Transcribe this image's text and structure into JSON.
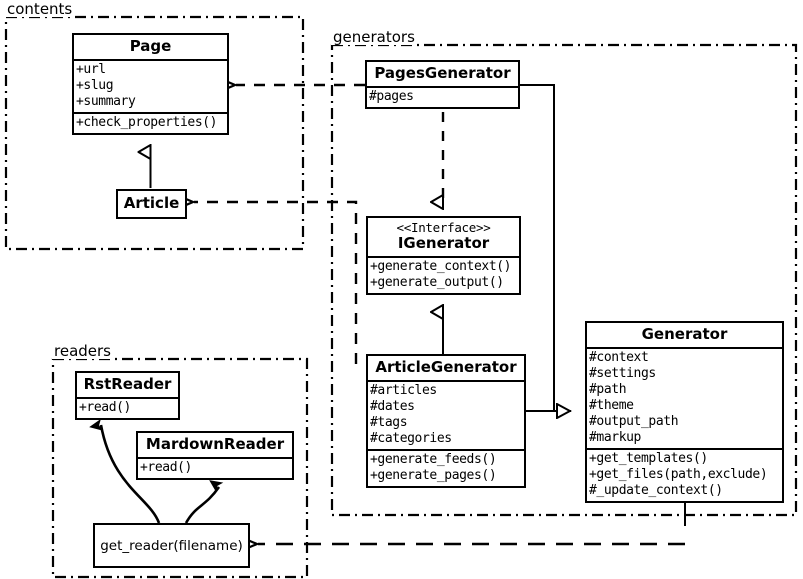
{
  "diagram": {
    "title": "UML class diagram",
    "stroke_color": "#000000",
    "background_color": "#ffffff"
  },
  "packages": [
    {
      "id": "contents",
      "label": "contents"
    },
    {
      "id": "generators",
      "label": "generators"
    },
    {
      "id": "readers",
      "label": "readers"
    }
  ],
  "classes": {
    "page": {
      "name": "Page",
      "attributes": [
        "+url",
        "+slug",
        "+summary"
      ],
      "methods": [
        "+check_properties()"
      ]
    },
    "article": {
      "name": "Article",
      "attributes": [],
      "methods": []
    },
    "pages_generator": {
      "name": "PagesGenerator",
      "attributes": [
        "#pages"
      ],
      "methods": []
    },
    "igenerator": {
      "stereotype": "<<Interface>>",
      "name": "IGenerator",
      "attributes": [],
      "methods": [
        "+generate_context()",
        "+generate_output()"
      ]
    },
    "article_generator": {
      "name": "ArticleGenerator",
      "attributes": [
        "#articles",
        "#dates",
        "#tags",
        "#categories"
      ],
      "methods": [
        "+generate_feeds()",
        "+generate_pages()"
      ]
    },
    "generator": {
      "name": "Generator",
      "attributes": [
        "#context",
        "#settings",
        "#path",
        "#theme",
        "#output_path",
        "#markup"
      ],
      "methods": [
        "+get_templates()",
        "+get_files(path,exclude)",
        "#_update_context()"
      ]
    },
    "rst_reader": {
      "name": "RstReader",
      "attributes": [],
      "methods": [
        "+read()"
      ]
    },
    "mardown_reader": {
      "name": "MardownReader",
      "attributes": [],
      "methods": [
        "+read()"
      ]
    }
  },
  "functions": {
    "get_reader": {
      "label": "get_reader(filename)"
    }
  },
  "relationships": [
    {
      "from": "article",
      "to": "page",
      "type": "generalization"
    },
    {
      "from": "pages_generator",
      "to": "igenerator",
      "type": "realization"
    },
    {
      "from": "article_generator",
      "to": "igenerator",
      "type": "generalization"
    },
    {
      "from": "pages_generator",
      "to": "generator",
      "type": "generalization"
    },
    {
      "from": "article_generator",
      "to": "generator",
      "type": "generalization"
    },
    {
      "from": "pages_generator",
      "to": "page",
      "type": "dependency"
    },
    {
      "from": "article_generator",
      "to": "article",
      "type": "dependency"
    },
    {
      "from": "generator",
      "to": "get_reader",
      "type": "dependency"
    },
    {
      "from": "get_reader",
      "to": "rst_reader",
      "type": "returns"
    },
    {
      "from": "get_reader",
      "to": "mardown_reader",
      "type": "returns"
    }
  ]
}
